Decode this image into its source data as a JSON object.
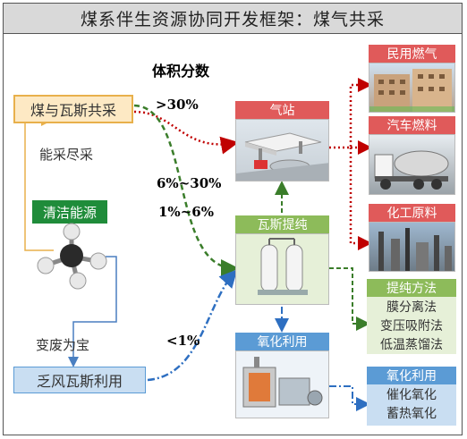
{
  "title": "煤系伴生资源协同开发框架：煤气共采",
  "volume_label": "体积分数",
  "left": {
    "coal_gas": "煤与瓦斯共采",
    "max_extract": "能采尽采",
    "clean_energy": "清洁能源",
    "waste_to_treasure": "变废为宝",
    "lean_gas": "乏风瓦斯利用"
  },
  "fractions": {
    "gt30": ">30%",
    "mid": "6%~30%",
    "low": "1%~6%",
    "lt1": "<1%"
  },
  "center": {
    "gas_station": "气站",
    "purification": "瓦斯提纯",
    "oxidation": "氧化利用"
  },
  "right": {
    "civil_gas": "民用燃气",
    "vehicle_fuel": "汽车燃料",
    "chemical_material": "化工原料",
    "purify_methods": {
      "title": "提纯方法",
      "items": [
        "膜分离法",
        "变压吸附法",
        "低温蒸馏法"
      ]
    },
    "oxidation_use": {
      "title": "氧化利用",
      "items": [
        "催化氧化",
        "蓄热氧化"
      ]
    }
  },
  "colors": {
    "yellow_box_bg": "#fde9c4",
    "yellow_box_border": "#e8b04b",
    "green_box_bg": "#1f8c3a",
    "light_green_bg": "#e6f0d8",
    "green_header": "#8dbb5a",
    "blue_box_bg": "#c9def2",
    "blue_header": "#5b9bd5",
    "red_header": "#e05a5a",
    "red_dotted": "#c00000",
    "green_dashed": "#3a7d2a",
    "blue_dashdot": "#2e6fc1"
  }
}
